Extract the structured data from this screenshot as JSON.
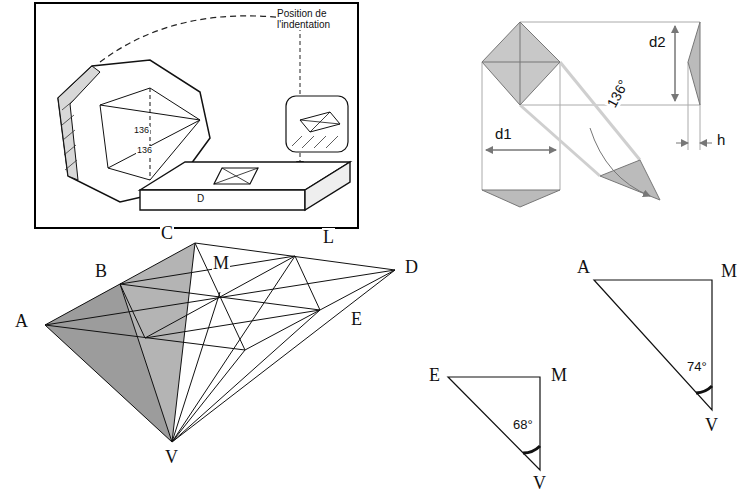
{
  "diagram": {
    "labels": [
      "Position de l'indentation",
      "136",
      "136",
      "D",
      "d2",
      "d1",
      "h",
      "136°",
      "A",
      "B",
      "C",
      "M",
      "L",
      "D",
      "E",
      "V",
      "A",
      "M",
      "74°",
      "V",
      "E",
      "M",
      "68°",
      "V"
    ]
  }
}
